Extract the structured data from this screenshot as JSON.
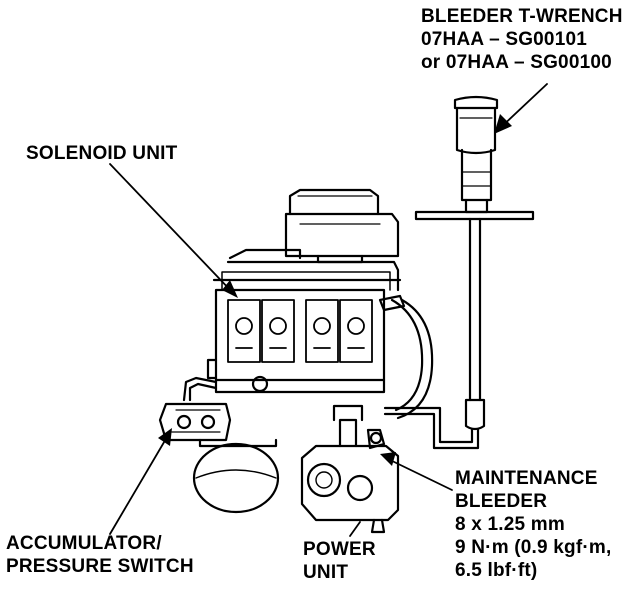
{
  "labels": {
    "bleeder_wrench": [
      "BLEEDER T-WRENCH",
      "07HAA – SG00101",
      "or 07HAA – SG00100"
    ],
    "solenoid_unit": [
      "SOLENOID UNIT"
    ],
    "accumulator": [
      "ACCUMULATOR/",
      "PRESSURE SWITCH"
    ],
    "power_unit": [
      "POWER",
      "UNIT"
    ],
    "maintenance_bleeder": [
      "MAINTENANCE",
      "BLEEDER",
      "8 x 1.25 mm",
      "9 N·m (0.9 kgf·m,",
      "6.5 lbf·ft)"
    ]
  }
}
